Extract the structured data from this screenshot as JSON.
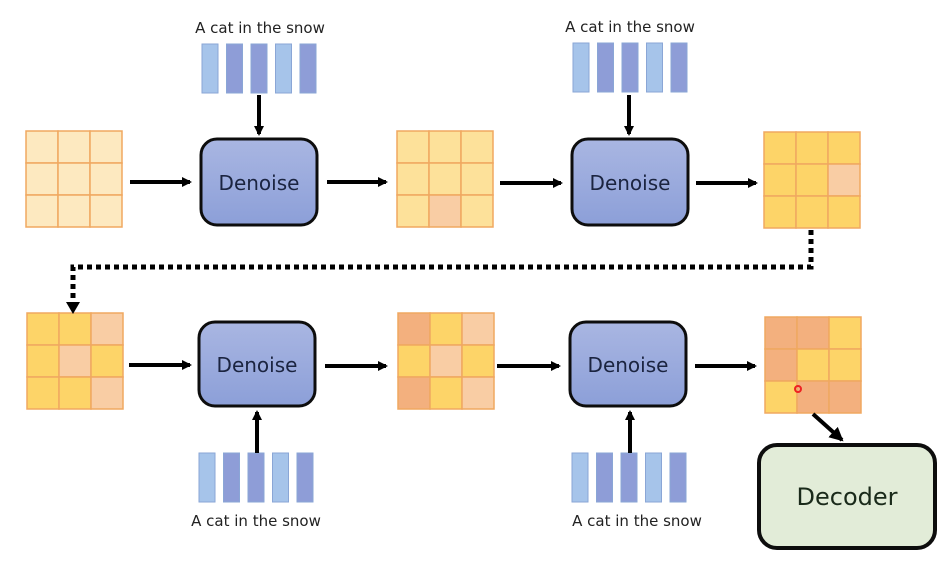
{
  "title": "Latent diffusion denoising loop",
  "colors": {
    "cell_pale": "#fde9c0",
    "cell_light": "#fde19a",
    "cell_yellow": "#fdd468",
    "cell_peach": "#f9cda4",
    "cell_orange": "#f3b07e",
    "grid_line": "#f0a860",
    "denoise_fill_top": "#a9b6e2",
    "denoise_fill_bottom": "#8c9fd8",
    "token_light": "#a6c4ea",
    "token_dark": "#8e9dd7",
    "token_border": "#8aa6d6",
    "decoder_fill": "#e2ecd8",
    "arrow": "#000000",
    "cursor_marker": "#ee2222"
  },
  "prompt_text": "A cat in the snow",
  "denoise_label": "Denoise",
  "decoder_label": "Decoder",
  "token_pattern": [
    "light",
    "dark",
    "dark",
    "light",
    "dark"
  ],
  "stages": [
    {
      "row": "top",
      "latent_in": [
        "pale",
        "pale",
        "pale",
        "pale",
        "pale",
        "pale",
        "pale",
        "pale",
        "pale"
      ],
      "prompt_position": "above",
      "latent_out": [
        "light",
        "light",
        "light",
        "light",
        "light",
        "light",
        "light",
        "peach",
        "light"
      ]
    },
    {
      "row": "top",
      "latent_in": [
        "light",
        "light",
        "light",
        "light",
        "light",
        "light",
        "light",
        "peach",
        "light"
      ],
      "prompt_position": "above",
      "latent_out": [
        "yellow",
        "yellow",
        "yellow",
        "yellow",
        "yellow",
        "peach",
        "yellow",
        "yellow",
        "yellow"
      ]
    },
    {
      "row": "bottom",
      "latent_in": [
        "yellow",
        "yellow",
        "peach",
        "yellow",
        "peach",
        "yellow",
        "yellow",
        "yellow",
        "peach"
      ],
      "prompt_position": "below",
      "latent_out": [
        "orange",
        "yellow",
        "peach",
        "yellow",
        "peach",
        "yellow",
        "orange",
        "yellow",
        "peach"
      ]
    },
    {
      "row": "bottom",
      "latent_in": [
        "orange",
        "yellow",
        "peach",
        "yellow",
        "peach",
        "yellow",
        "orange",
        "yellow",
        "peach"
      ],
      "prompt_position": "below",
      "latent_out": [
        "orange",
        "orange",
        "yellow",
        "orange",
        "yellow",
        "yellow",
        "yellow",
        "orange",
        "orange"
      ]
    }
  ],
  "latents": [
    [
      "pale",
      "pale",
      "pale",
      "pale",
      "pale",
      "pale",
      "pale",
      "pale",
      "pale"
    ],
    [
      "light",
      "light",
      "light",
      "light",
      "light",
      "light",
      "light",
      "peach",
      "light"
    ],
    [
      "yellow",
      "yellow",
      "yellow",
      "yellow",
      "yellow",
      "peach",
      "yellow",
      "yellow",
      "yellow"
    ],
    [
      "yellow",
      "yellow",
      "peach",
      "yellow",
      "peach",
      "yellow",
      "yellow",
      "yellow",
      "peach"
    ],
    [
      "orange",
      "yellow",
      "peach",
      "yellow",
      "peach",
      "yellow",
      "orange",
      "yellow",
      "peach"
    ],
    [
      "orange",
      "orange",
      "yellow",
      "orange",
      "yellow",
      "yellow",
      "yellow",
      "orange",
      "orange"
    ]
  ],
  "connector": "dotted"
}
